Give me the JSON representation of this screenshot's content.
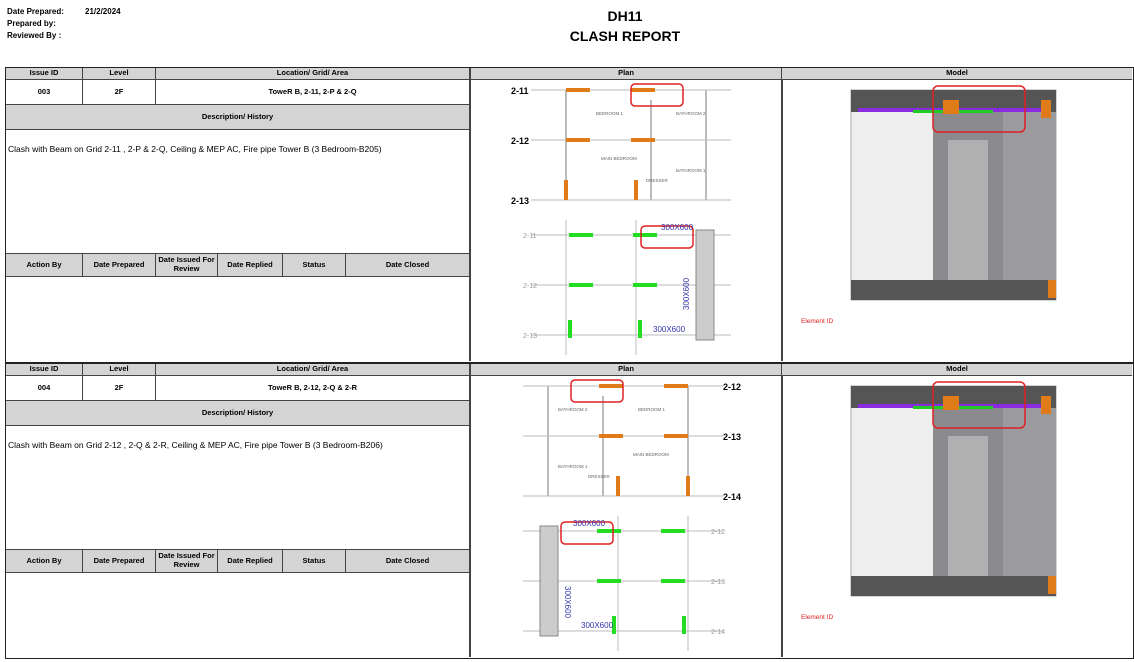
{
  "header": {
    "date_prepared_label": "Date Prepared:",
    "date_prepared": "21/2/2024",
    "prepared_by_label": "Prepared by:",
    "reviewed_by_label": "Reviewed By :",
    "project": "DH11",
    "report_title": "CLASH REPORT"
  },
  "columns": {
    "issue_id": "Issue ID",
    "level": "Level",
    "location": "Location/ Grid/ Area",
    "description": "Description/ History",
    "plan": "Plan",
    "model": "Model",
    "action_by": "Action By",
    "date_prepared": "Date Prepared",
    "date_issued": "Date Issued For Review",
    "date_replied": "Date Replied",
    "status": "Status",
    "date_closed": "Date Closed"
  },
  "issues": [
    {
      "id": "003",
      "level": "2F",
      "location": "ToweR B, 2-11, 2-P & 2-Q",
      "description": "Clash with Beam on Grid 2-11 , 2-P & 2-Q, Ceiling & MEP AC, Fire pipe Tower B (3 Bedroom-B205)",
      "plan": {
        "grids": [
          "2-11",
          "2-12",
          "2-13"
        ],
        "rooms": [
          "BEDROOM 1",
          "BATHROOM 2",
          "MAIN BEDROOM",
          "BATHROOM 1",
          "DRESSER"
        ],
        "beam": "300X600"
      },
      "model": {
        "element_id": "Element ID"
      }
    },
    {
      "id": "004",
      "level": "2F",
      "location": "ToweR B, 2-12, 2-Q & 2-R",
      "description": "Clash with Beam on Grid 2-12 , 2-Q & 2-R, Ceiling & MEP AC, Fire pipe Tower B (3 Bedroom-B206)",
      "plan": {
        "grids": [
          "2-12",
          "2-13",
          "2-14"
        ],
        "rooms": [
          "BEDROOM 1",
          "BATHROOM 2",
          "MAIN BEDROOM",
          "BATHROOM 1",
          "DRESSER"
        ],
        "beam": "300X600"
      },
      "model": {
        "element_id": "Element ID"
      }
    }
  ],
  "colors": {
    "header_fill": "#d4d4d4",
    "clash_marker": "#e02020",
    "beam_existing": "#e07b1a",
    "beam_structural": "#22dd22",
    "dim_text": "#3333aa"
  }
}
